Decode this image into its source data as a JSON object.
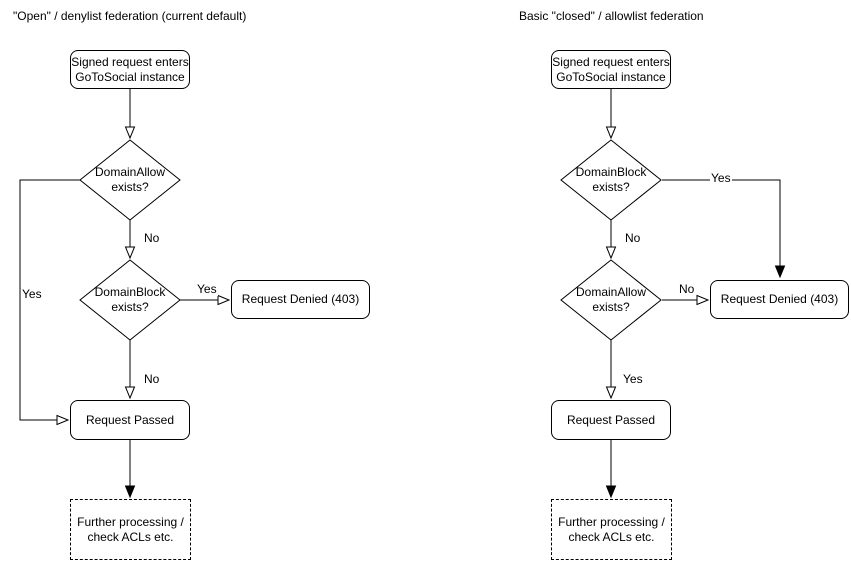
{
  "colors": {
    "background": "#ffffff",
    "stroke": "#000000",
    "text": "#000000"
  },
  "charts": [
    {
      "title": "\"Open\" / denylist federation (current default)",
      "nodes": {
        "start": "Signed request enters\nGoToSocial instance",
        "decision1": "DomainAllow\nexists?",
        "decision2": "DomainBlock\nexists?",
        "denied": "Request Denied (403)",
        "passed": "Request Passed",
        "further": "Further processing /\ncheck ACLs etc."
      },
      "edge_labels": {
        "decision1_to_decision2": "No",
        "decision1_to_passed": "Yes",
        "decision2_to_denied": "Yes",
        "decision2_to_passed": "No"
      }
    },
    {
      "title": "Basic \"closed\" / allowlist federation",
      "nodes": {
        "start": "Signed request enters\nGoToSocial instance",
        "decision1": "DomainBlock\nexists?",
        "decision2": "DomainAllow\nexists?",
        "denied": "Request Denied (403)",
        "passed": "Request Passed",
        "further": "Further processing /\ncheck ACLs etc."
      },
      "edge_labels": {
        "decision1_to_decision2": "No",
        "decision1_to_denied": "Yes",
        "decision2_to_denied": "No",
        "decision2_to_passed": "Yes"
      }
    }
  ]
}
